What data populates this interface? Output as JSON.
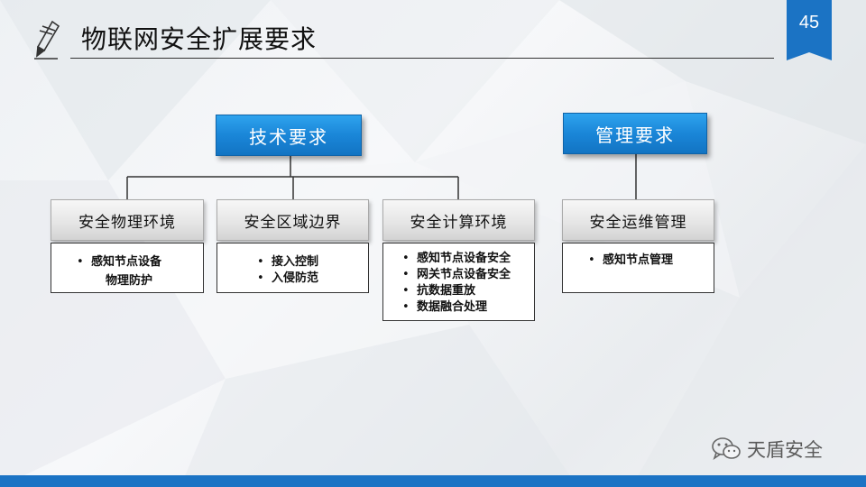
{
  "slide": {
    "title": "物联网安全扩展要求",
    "page_number": "45"
  },
  "diagram": {
    "tech_header": "技术要求",
    "mgmt_header": "管理要求",
    "categories": [
      {
        "title": "安全物理环境",
        "items": [
          "感知节点设备"
        ],
        "continuation": "物理防护"
      },
      {
        "title": "安全区域边界",
        "items": [
          "接入控制",
          "入侵防范"
        ]
      },
      {
        "title": "安全计算环境",
        "items": [
          "感知节点设备安全",
          "网关节点设备安全",
          "抗数据重放",
          "数据融合处理"
        ]
      },
      {
        "title": "安全运维管理",
        "items": [
          "感知节点管理"
        ]
      }
    ]
  },
  "watermark": {
    "text": "天盾安全",
    "icon": "wechat-icon"
  },
  "colors": {
    "accent_blue": "#1b73c4",
    "header_blue": "#1a86d8",
    "grey_box": "#e6e6e6"
  }
}
